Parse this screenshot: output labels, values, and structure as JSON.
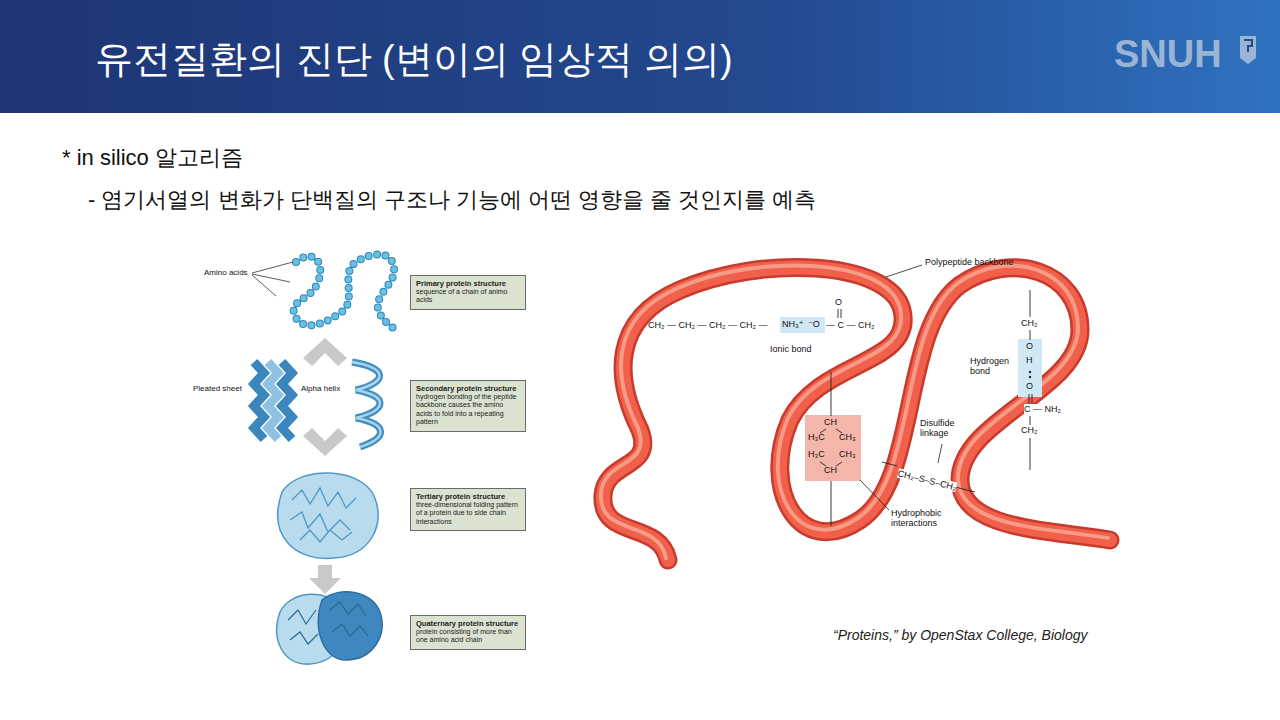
{
  "diagram": {
    "title": "유전질환의 진단 (변이의 임상적 의의)",
    "caption": "“Proteins,” by OpenStax College, Biology",
    "nodes": [
      {
        "text": [
          "Primary protein structure",
          "sequence of a chain of animo acids"
        ]
      },
      {
        "text": [
          "Secondary protein structure",
          "hydrogen bonding of the peptide backbone causes the amino acids to fold into a repeating pattern"
        ]
      },
      {
        "text": [
          "Tertiary protein structure",
          "three-dimensional folding pattern of a protein due to side chain interactions"
        ]
      },
      {
        "text": [
          "Quaternary protein structure",
          "protein consisting of more than one amino acid chain"
        ]
      }
    ],
    "labels": [
      "SNUH",
      "* in silico 알고리즘",
      "- 염기서열의 변화가 단백질의 구조나 기능에 어떤 영향을 줄 것인지를 예측",
      "Amino acids",
      "Pleated sheet",
      "Alpha helix",
      "Polypeptide backbone",
      "O",
      "CH₂ — CH₂ — CH₂ — CH₂ —",
      "NH₃⁺",
      "⁻O",
      "— C — CH₂",
      "Ionic bond",
      "CH₂",
      "O",
      "H",
      "Hydrogen bond",
      "O",
      "C — NH₂",
      "CH₂",
      "CH",
      "H₃C",
      "CH₃",
      "H₃C",
      "CH₃",
      "CH",
      "Disulfide linkage",
      "CH₂–S–S–CH₂",
      "Hydrophobic interactions"
    ]
  }
}
